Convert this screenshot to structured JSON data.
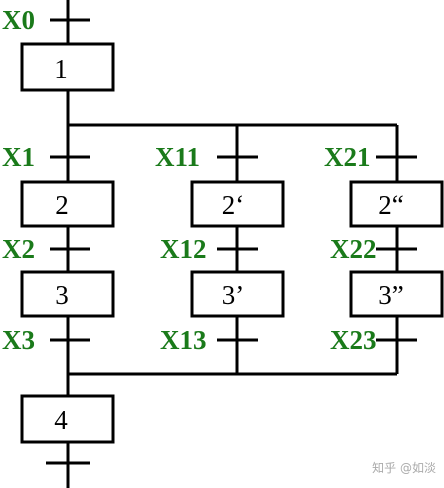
{
  "colors": {
    "label": "#1a7a1a",
    "line": "#000000",
    "watermark": "#aaaaaa"
  },
  "steps": {
    "s1": "1",
    "s2": "2",
    "s2a": "2‘",
    "s2b": "2“",
    "s3": "3",
    "s3a": "3’",
    "s3b": "3”",
    "s4": "4"
  },
  "transitions": {
    "x0": "X0",
    "x1": "X1",
    "x2": "X2",
    "x3": "X3",
    "x11": "X11",
    "x12": "X12",
    "x13": "X13",
    "x21": "X21",
    "x22": "X22",
    "x23": "X23"
  },
  "watermark": "知乎 @如淡"
}
